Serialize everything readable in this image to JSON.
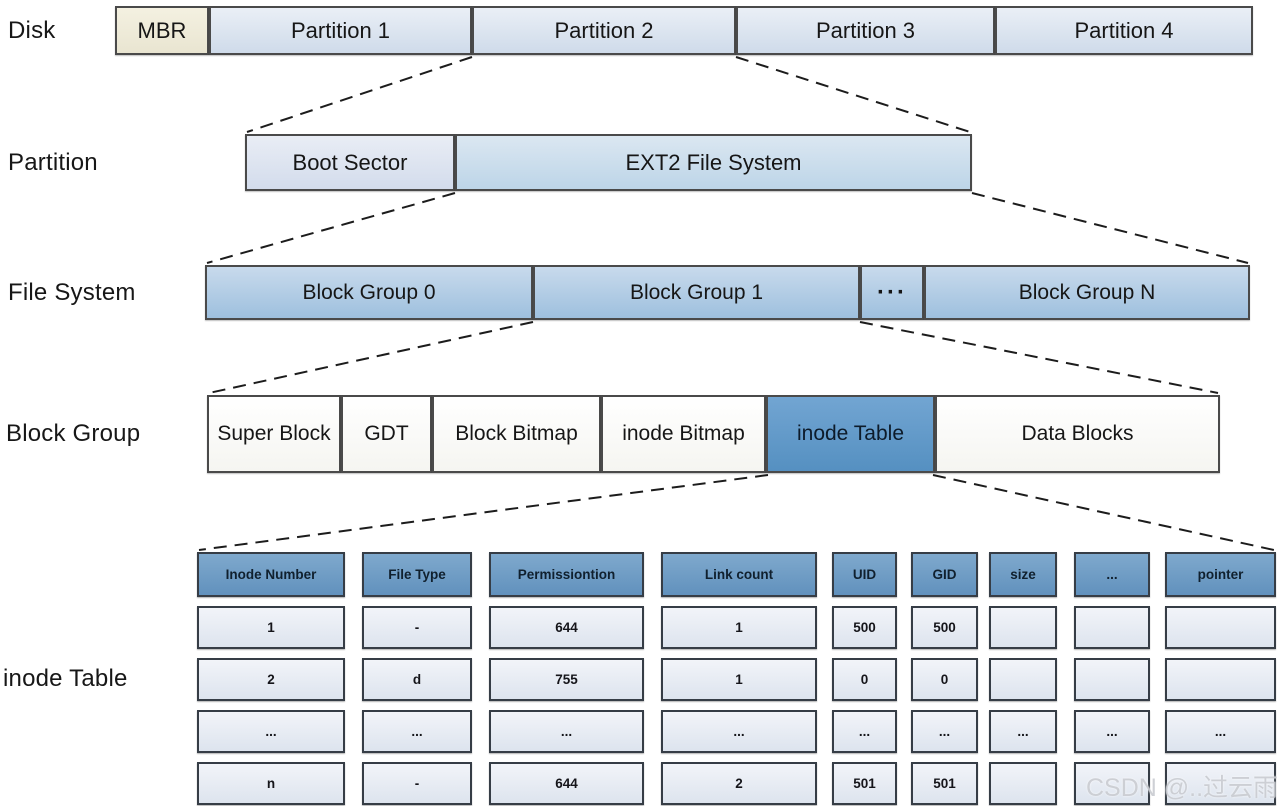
{
  "labels": {
    "disk": "Disk",
    "partition": "Partition",
    "file_system": "File System",
    "block_group": "Block Group",
    "inode_table": "inode Table"
  },
  "disk_row": {
    "segments": [
      "MBR",
      "Partition 1",
      "Partition 2",
      "Partition 3",
      "Partition 4"
    ]
  },
  "partition_row": {
    "segments": [
      "Boot Sector",
      "EXT2 File System"
    ]
  },
  "file_system_row": {
    "segments": [
      "Block Group 0",
      "Block Group 1",
      "···",
      "Block Group N"
    ]
  },
  "block_group_row": {
    "segments": [
      "Super Block",
      "GDT",
      "Block Bitmap",
      "inode Bitmap",
      "inode Table",
      "Data Blocks"
    ]
  },
  "inode_table": {
    "headers": [
      "Inode Number",
      "File Type",
      "Permissiontion",
      "Link count",
      "UID",
      "GID",
      "size",
      "...",
      "pointer"
    ],
    "rows": [
      [
        "1",
        "-",
        "644",
        "1",
        "500",
        "500",
        "",
        "",
        ""
      ],
      [
        "2",
        "d",
        "755",
        "1",
        "0",
        "0",
        "",
        "",
        ""
      ],
      [
        "...",
        "...",
        "...",
        "...",
        "...",
        "...",
        "...",
        "...",
        "..."
      ],
      [
        "n",
        "-",
        "644",
        "2",
        "501",
        "501",
        "",
        "",
        ""
      ]
    ]
  },
  "watermark": "CSDN @..过云雨",
  "colors": {
    "mbr_fill": "#efebd9",
    "partition_fill": "#dce4f0",
    "ext2_fill": "#c9dcec",
    "block_group_fill": "#aec9e4",
    "inode_table_highlight": "#5f9ac9",
    "table_header_fill": "#6d9dc5",
    "table_cell_fill": "#e7ebf3",
    "line_color": "#1c1c1c"
  }
}
